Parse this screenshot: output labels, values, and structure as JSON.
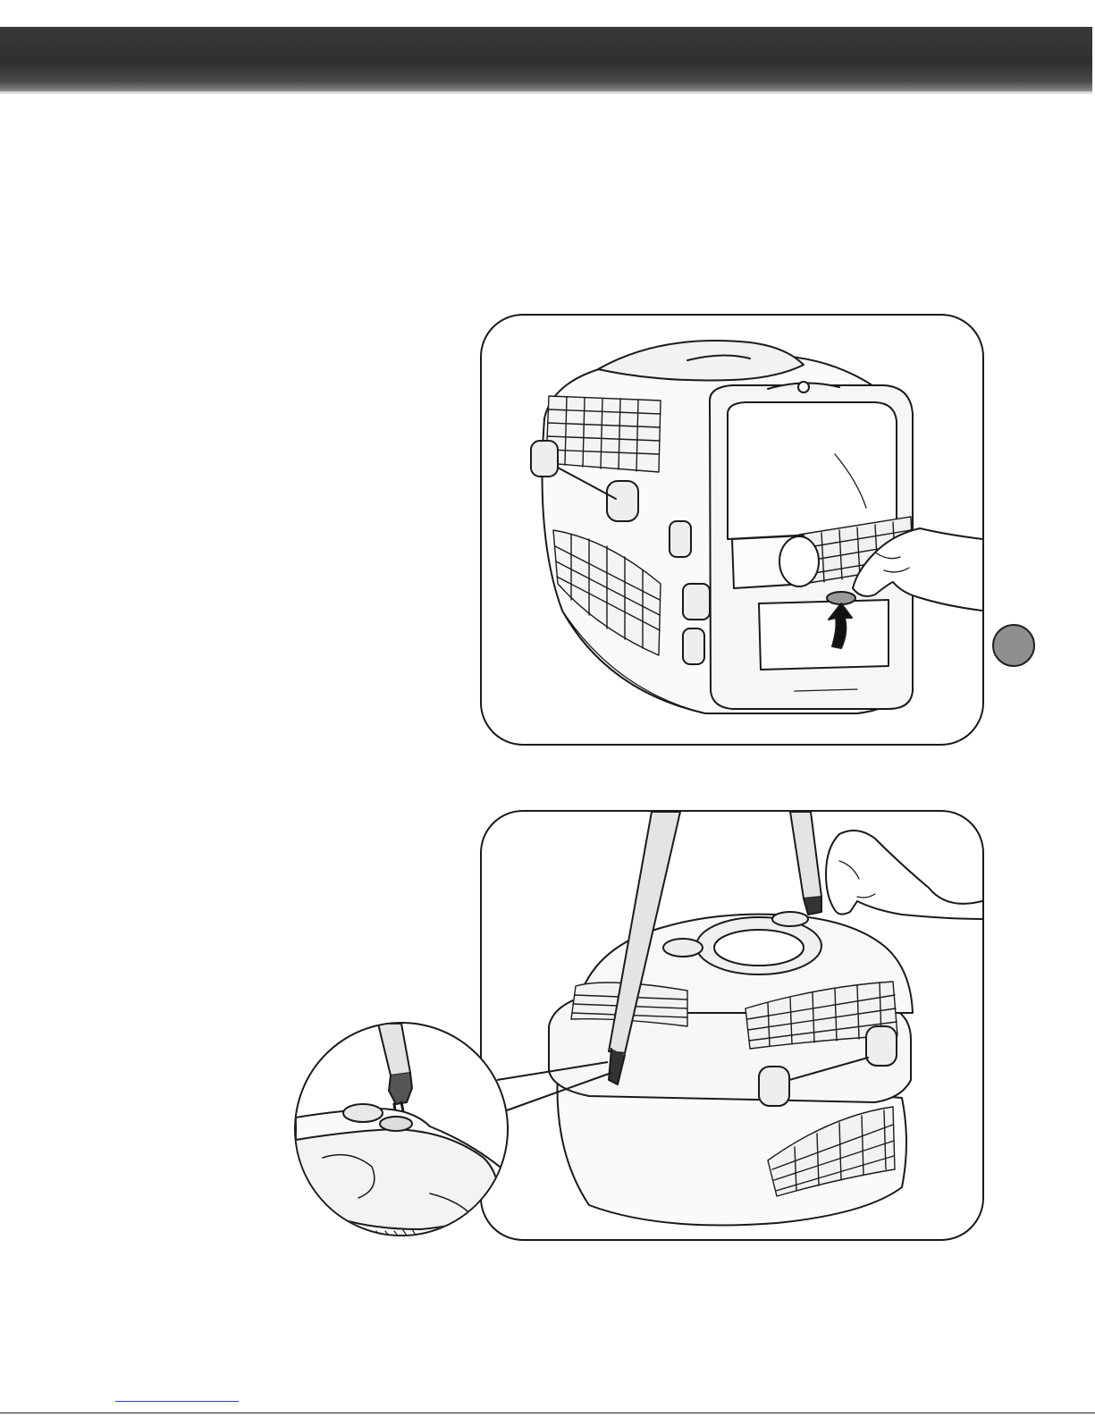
{
  "page": {
    "header_color": "#333333",
    "step_marker_color": "#8f8f8f",
    "link_color": "#2b39c9"
  },
  "illustrations": {
    "top": {
      "icon": "pet-carrier-door-release-illustration"
    },
    "bottom": {
      "icon": "pet-carrier-shoulder-strap-illustration"
    },
    "zoom": {
      "icon": "strap-clip-detail-illustration"
    }
  }
}
